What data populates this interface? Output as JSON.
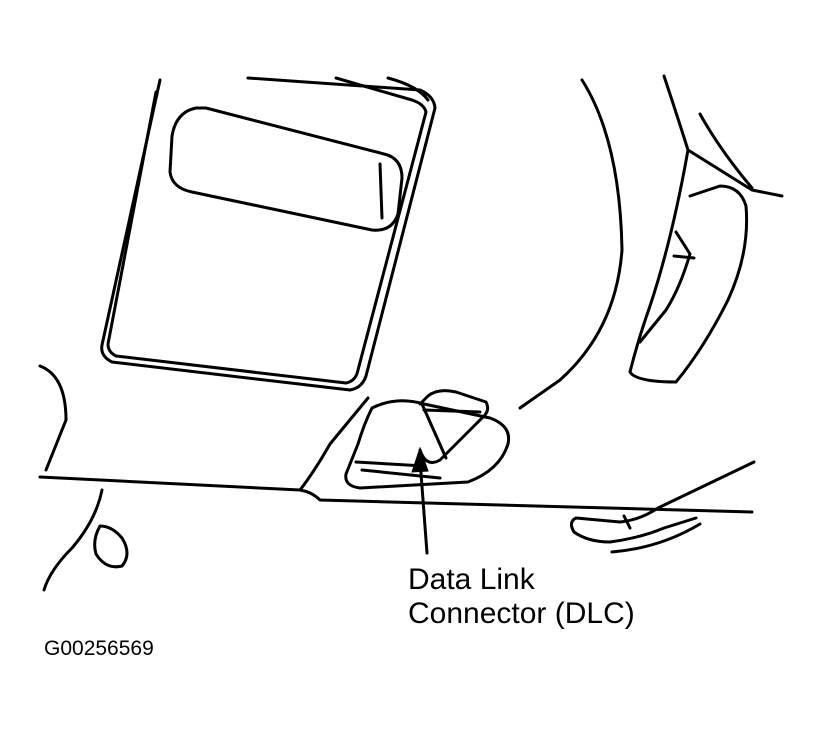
{
  "callout": {
    "line1": "Data Link",
    "line2": "Connector (DLC)"
  },
  "figure_id": "G00256569",
  "colors": {
    "ink": "#000000",
    "background": "#ffffff"
  }
}
